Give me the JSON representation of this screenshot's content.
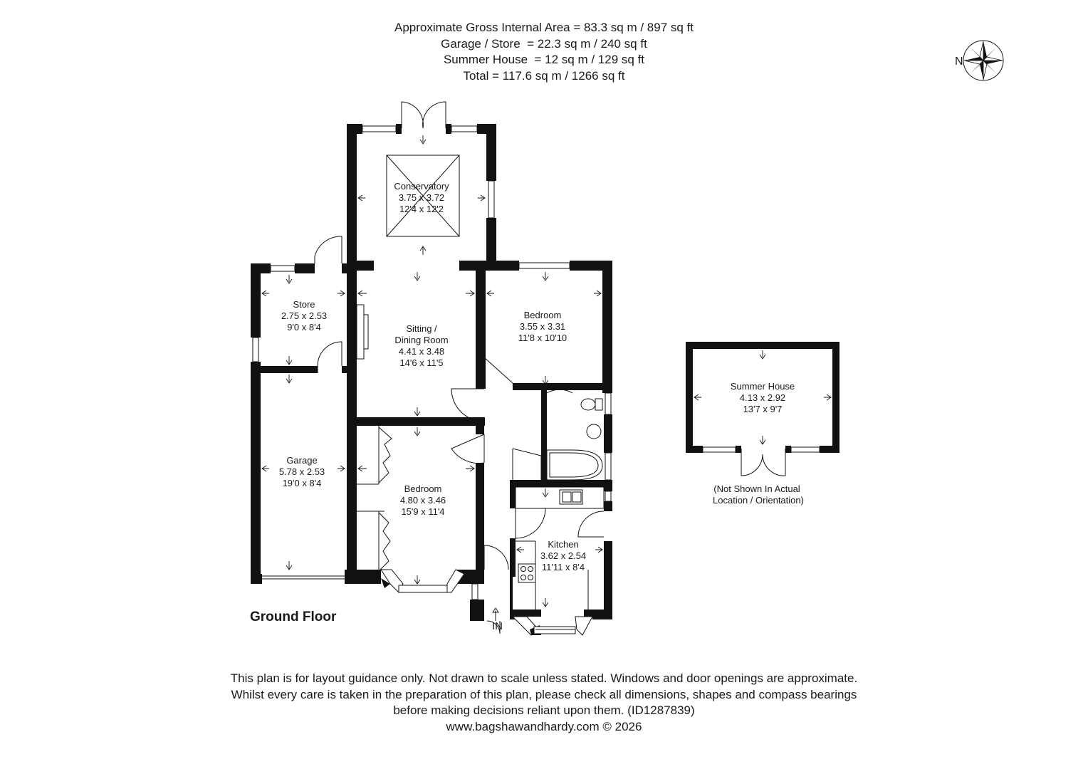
{
  "header": {
    "lines": [
      "Approximate Gross Internal Area = 83.3 sq m / 897 sq ft",
      "Garage / Store  = 22.3 sq m / 240 sq ft",
      "Summer House  = 12 sq m / 129 sq ft",
      "Total = 117.6 sq m / 1266 sq ft"
    ]
  },
  "compass": {
    "label": "N"
  },
  "rooms": {
    "conservatory": {
      "name": "Conservatory",
      "metric": "3.75 x 3.72",
      "imperial": "12'4 x 12'2"
    },
    "sitting": {
      "name": "Sitting /",
      "name2": "Dining Room",
      "metric": "4.41 x 3.48",
      "imperial": "14'6 x 11'5"
    },
    "bedroom1": {
      "name": "Bedroom",
      "metric": "3.55 x 3.31",
      "imperial": "11'8 x 10'10"
    },
    "store": {
      "name": "Store",
      "metric": "2.75 x 2.53",
      "imperial": "9'0 x 8'4"
    },
    "garage": {
      "name": "Garage",
      "metric": "5.78 x 2.53",
      "imperial": "19'0 x 8'4"
    },
    "bedroom2": {
      "name": "Bedroom",
      "metric": "4.80 x 3.46",
      "imperial": "15'9 x 11'4"
    },
    "kitchen": {
      "name": "Kitchen",
      "metric": "3.62 x 2.54",
      "imperial": "11'11 x 8'4"
    },
    "summer": {
      "name": "Summer House",
      "metric": "4.13 x 2.92",
      "imperial": "13'7 x 9'7"
    }
  },
  "entrance_label": "IN",
  "floor_label": "Ground Floor",
  "summer_note": [
    "(Not Shown In Actual",
    "Location / Orientation)"
  ],
  "footer": {
    "lines": [
      "This plan is for layout guidance only. Not drawn to scale unless stated. Windows and door openings are approximate.",
      "Whilst every care is taken in the preparation of this plan, please check all dimensions, shapes and compass bearings",
      "before making decisions reliant upon them. (ID1287839)",
      "www.bagshawandhardy.com © 2026"
    ]
  }
}
